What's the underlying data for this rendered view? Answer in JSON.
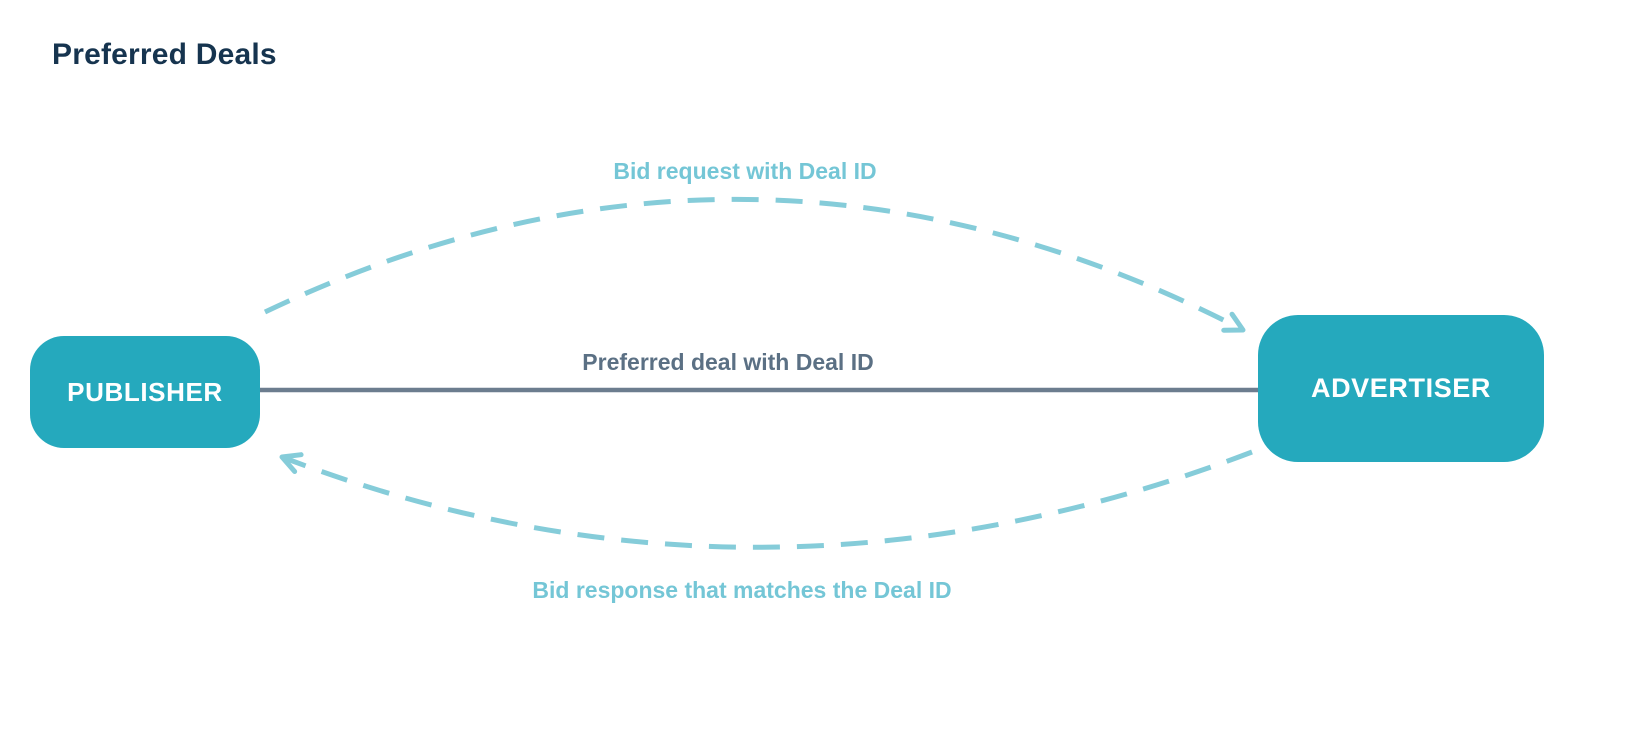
{
  "diagram": {
    "title": "Preferred Deals",
    "nodes": [
      {
        "id": "publisher",
        "label": "PUBLISHER"
      },
      {
        "id": "advertiser",
        "label": "ADVERTISER"
      }
    ],
    "edges": [
      {
        "id": "bid-request",
        "label": "Bid request with Deal ID",
        "style": "dashed",
        "from": "publisher",
        "to": "advertiser"
      },
      {
        "id": "preferred-deal",
        "label": "Preferred deal with Deal ID",
        "style": "solid",
        "from": "publisher",
        "to": "advertiser"
      },
      {
        "id": "bid-response",
        "label": "Bid response that matches the Deal ID",
        "style": "dashed",
        "from": "advertiser",
        "to": "publisher"
      }
    ]
  },
  "colors": {
    "background": "#ffffff",
    "title_text": "#16344f",
    "node_fill": "#25a9bd",
    "node_text": "#ffffff",
    "dashed_arc": "#85ccd9",
    "dashed_label": "#74c6d6",
    "solid_line": "#6c7d8f",
    "solid_label": "#5b7084"
  }
}
